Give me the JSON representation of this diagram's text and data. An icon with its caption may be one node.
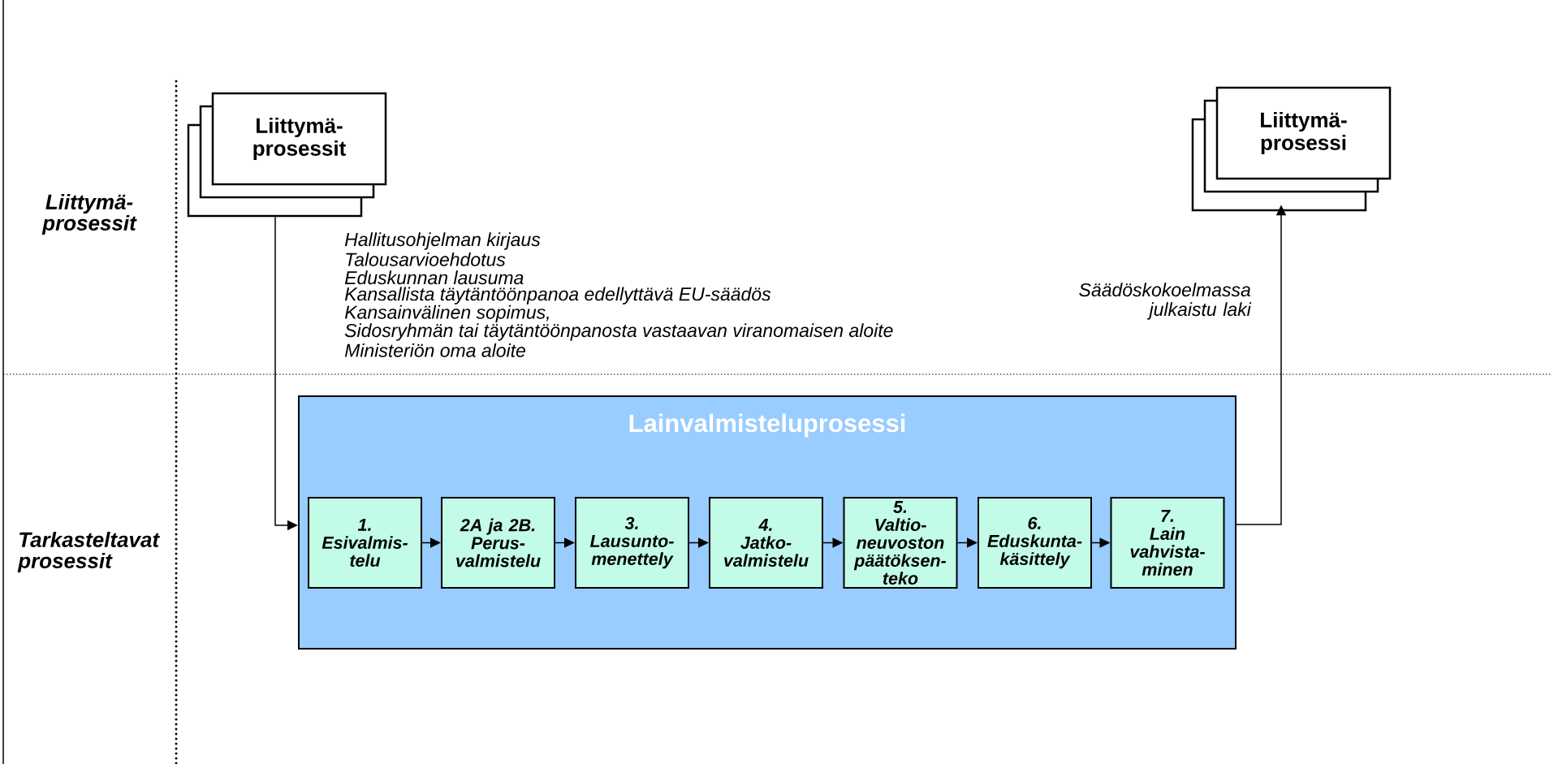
{
  "diagram": {
    "nodes": [
      {
        "text": [
          "Liittymä- prosessit"
        ]
      },
      {
        "text": [
          "Liittymä- prosessi"
        ]
      },
      {
        "text": [
          "Lainvalmisteluprosessi"
        ]
      },
      {
        "text": [
          "1.",
          "Esivalmis- telu"
        ],
        "in": 2
      },
      {
        "text": [
          "2A ja 2B.",
          "Perus- valmistelu"
        ],
        "in": 2
      },
      {
        "text": [
          "3.",
          "Lausunto- menettely"
        ],
        "in": 2
      },
      {
        "text": [
          "4.",
          "Jatko- valmistelu"
        ],
        "in": 2
      },
      {
        "text": [
          "5.",
          "Valtio- neuvoston päätöksen- teko"
        ],
        "in": 2
      },
      {
        "text": [
          "6.",
          "Eduskunta- käsittely"
        ],
        "in": 2
      },
      {
        "text": [
          "7.",
          "Lain vahvista- minen"
        ],
        "in": 2
      }
    ],
    "edges": [
      {
        "from": 0,
        "to": 2,
        "arrow": "to"
      },
      {
        "from": 3,
        "to": 4,
        "arrow": "to"
      },
      {
        "from": 4,
        "to": 5,
        "arrow": "to"
      },
      {
        "from": 5,
        "to": 6,
        "arrow": "to"
      },
      {
        "from": 6,
        "to": 7,
        "arrow": "to"
      },
      {
        "from": 7,
        "to": 8,
        "arrow": "to"
      },
      {
        "from": 8,
        "to": 9,
        "arrow": "to"
      },
      {
        "from": 2,
        "to": 1,
        "arrow": "to"
      }
    ],
    "labels": [
      "Liittymä- prosessit",
      "Tarkasteltavat prosessit",
      "Hallitusohjelman kirjaus",
      "Talousarvioehdotus",
      "Eduskunnan lausuma",
      "Kansallista täytäntöönpanoa edellyttävä EU-säädös",
      "Kansainvälinen sopimus,",
      "Sidosryhmän tai täytäntöönpanosta vastaavan viranomaisen aloite",
      "Ministeriön oma aloite",
      "Säädöskokoelmassa julkaistu laki"
    ]
  }
}
